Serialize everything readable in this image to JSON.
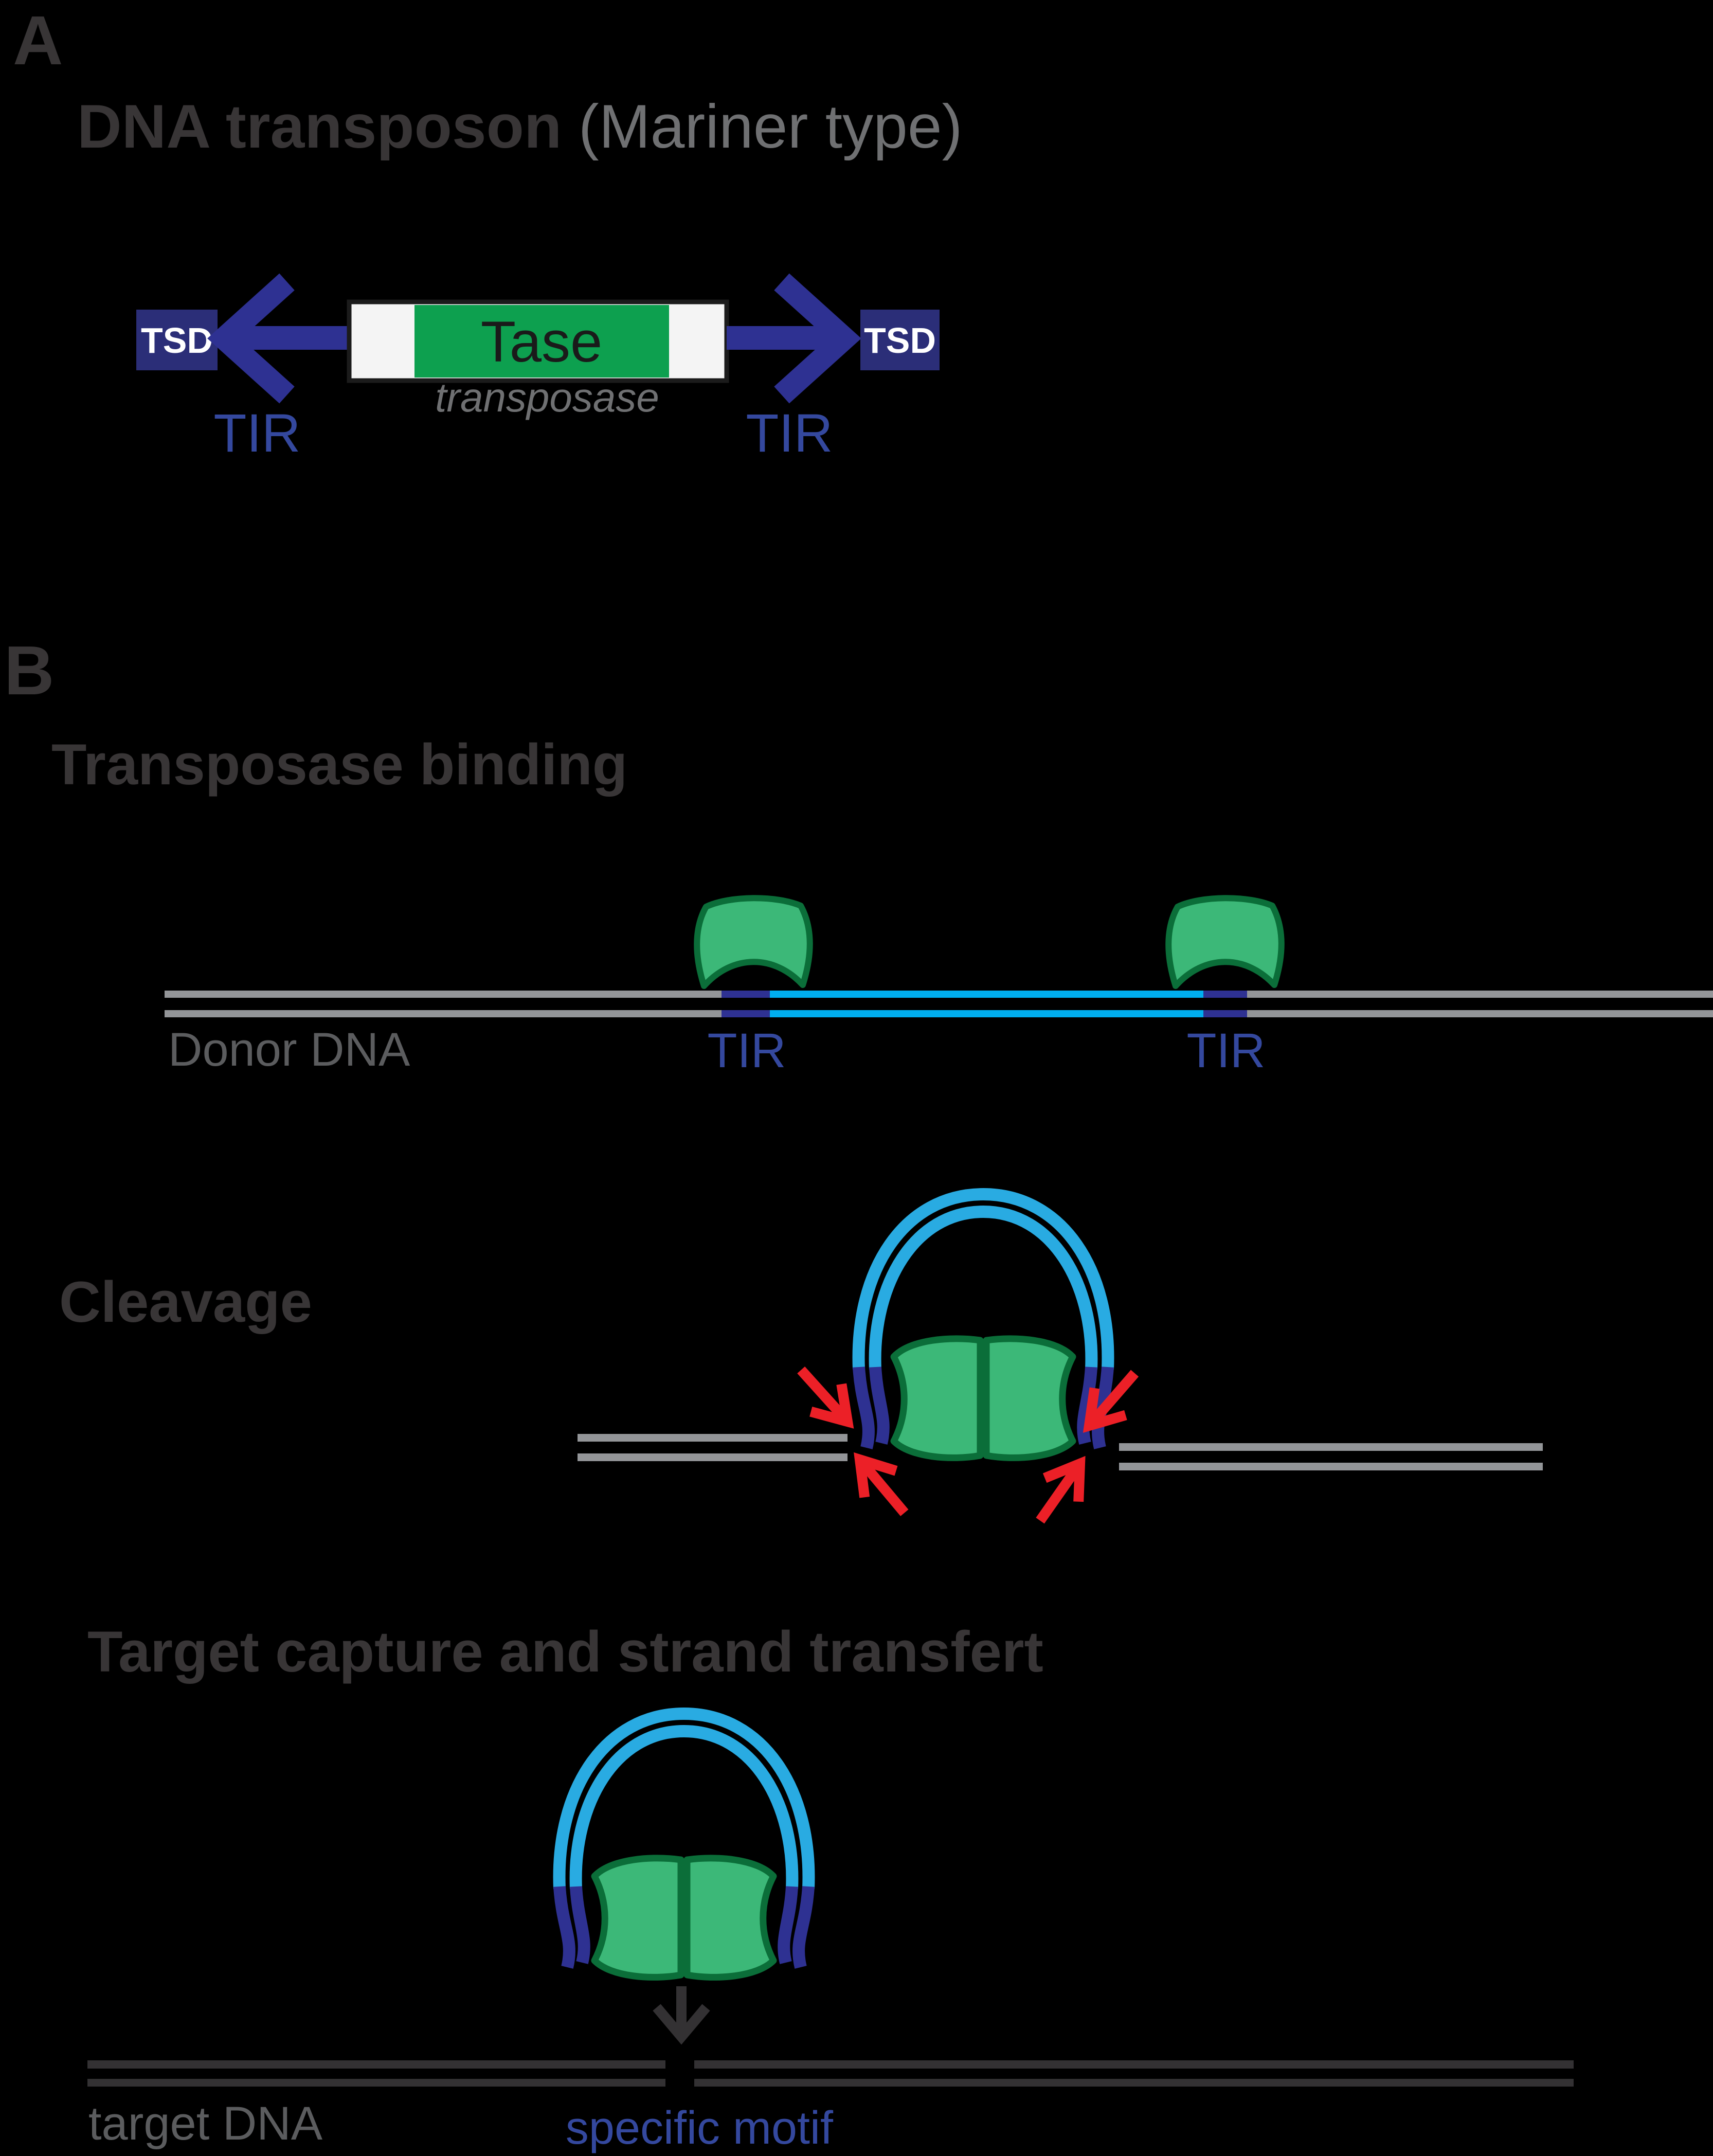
{
  "panel_a": {
    "label": "A",
    "title_bold": "DNA transposon",
    "title_light": "(Mariner type)",
    "tsd_left": "TSD",
    "tsd_right": "TSD",
    "tase_label": "Tase",
    "transposase_caption": "transposase",
    "tir_left": "TIR",
    "tir_right": "TIR"
  },
  "panel_b": {
    "label": "B",
    "step1_title": "Transposase binding",
    "step2_title": "Cleavage",
    "step3_title": "Target capture and strand transfert",
    "donor_label": "Donor DNA",
    "tir_left": "TIR",
    "tir_right": "TIR",
    "target_label": "target DNA",
    "motif_label": "specific motif"
  },
  "colors": {
    "background": "#000000",
    "navy_dna": "#2e3192",
    "tsd_box": "#2b2e78",
    "tir_text_blue": "#34489e",
    "cyan_transposon": "#00aeef",
    "cyan_loop": "#29abe2",
    "green_blob_fill": "#3cb878",
    "green_blob_stroke": "#0b6e39",
    "green_tase_box": "#0da04f",
    "red_arrow": "#ec2027",
    "gray_dna": "#939598",
    "dark_target_dna": "#333133",
    "title_dark": "#383536",
    "label_gray": "#5b5c5e",
    "white_box": "#f4f4f4"
  }
}
